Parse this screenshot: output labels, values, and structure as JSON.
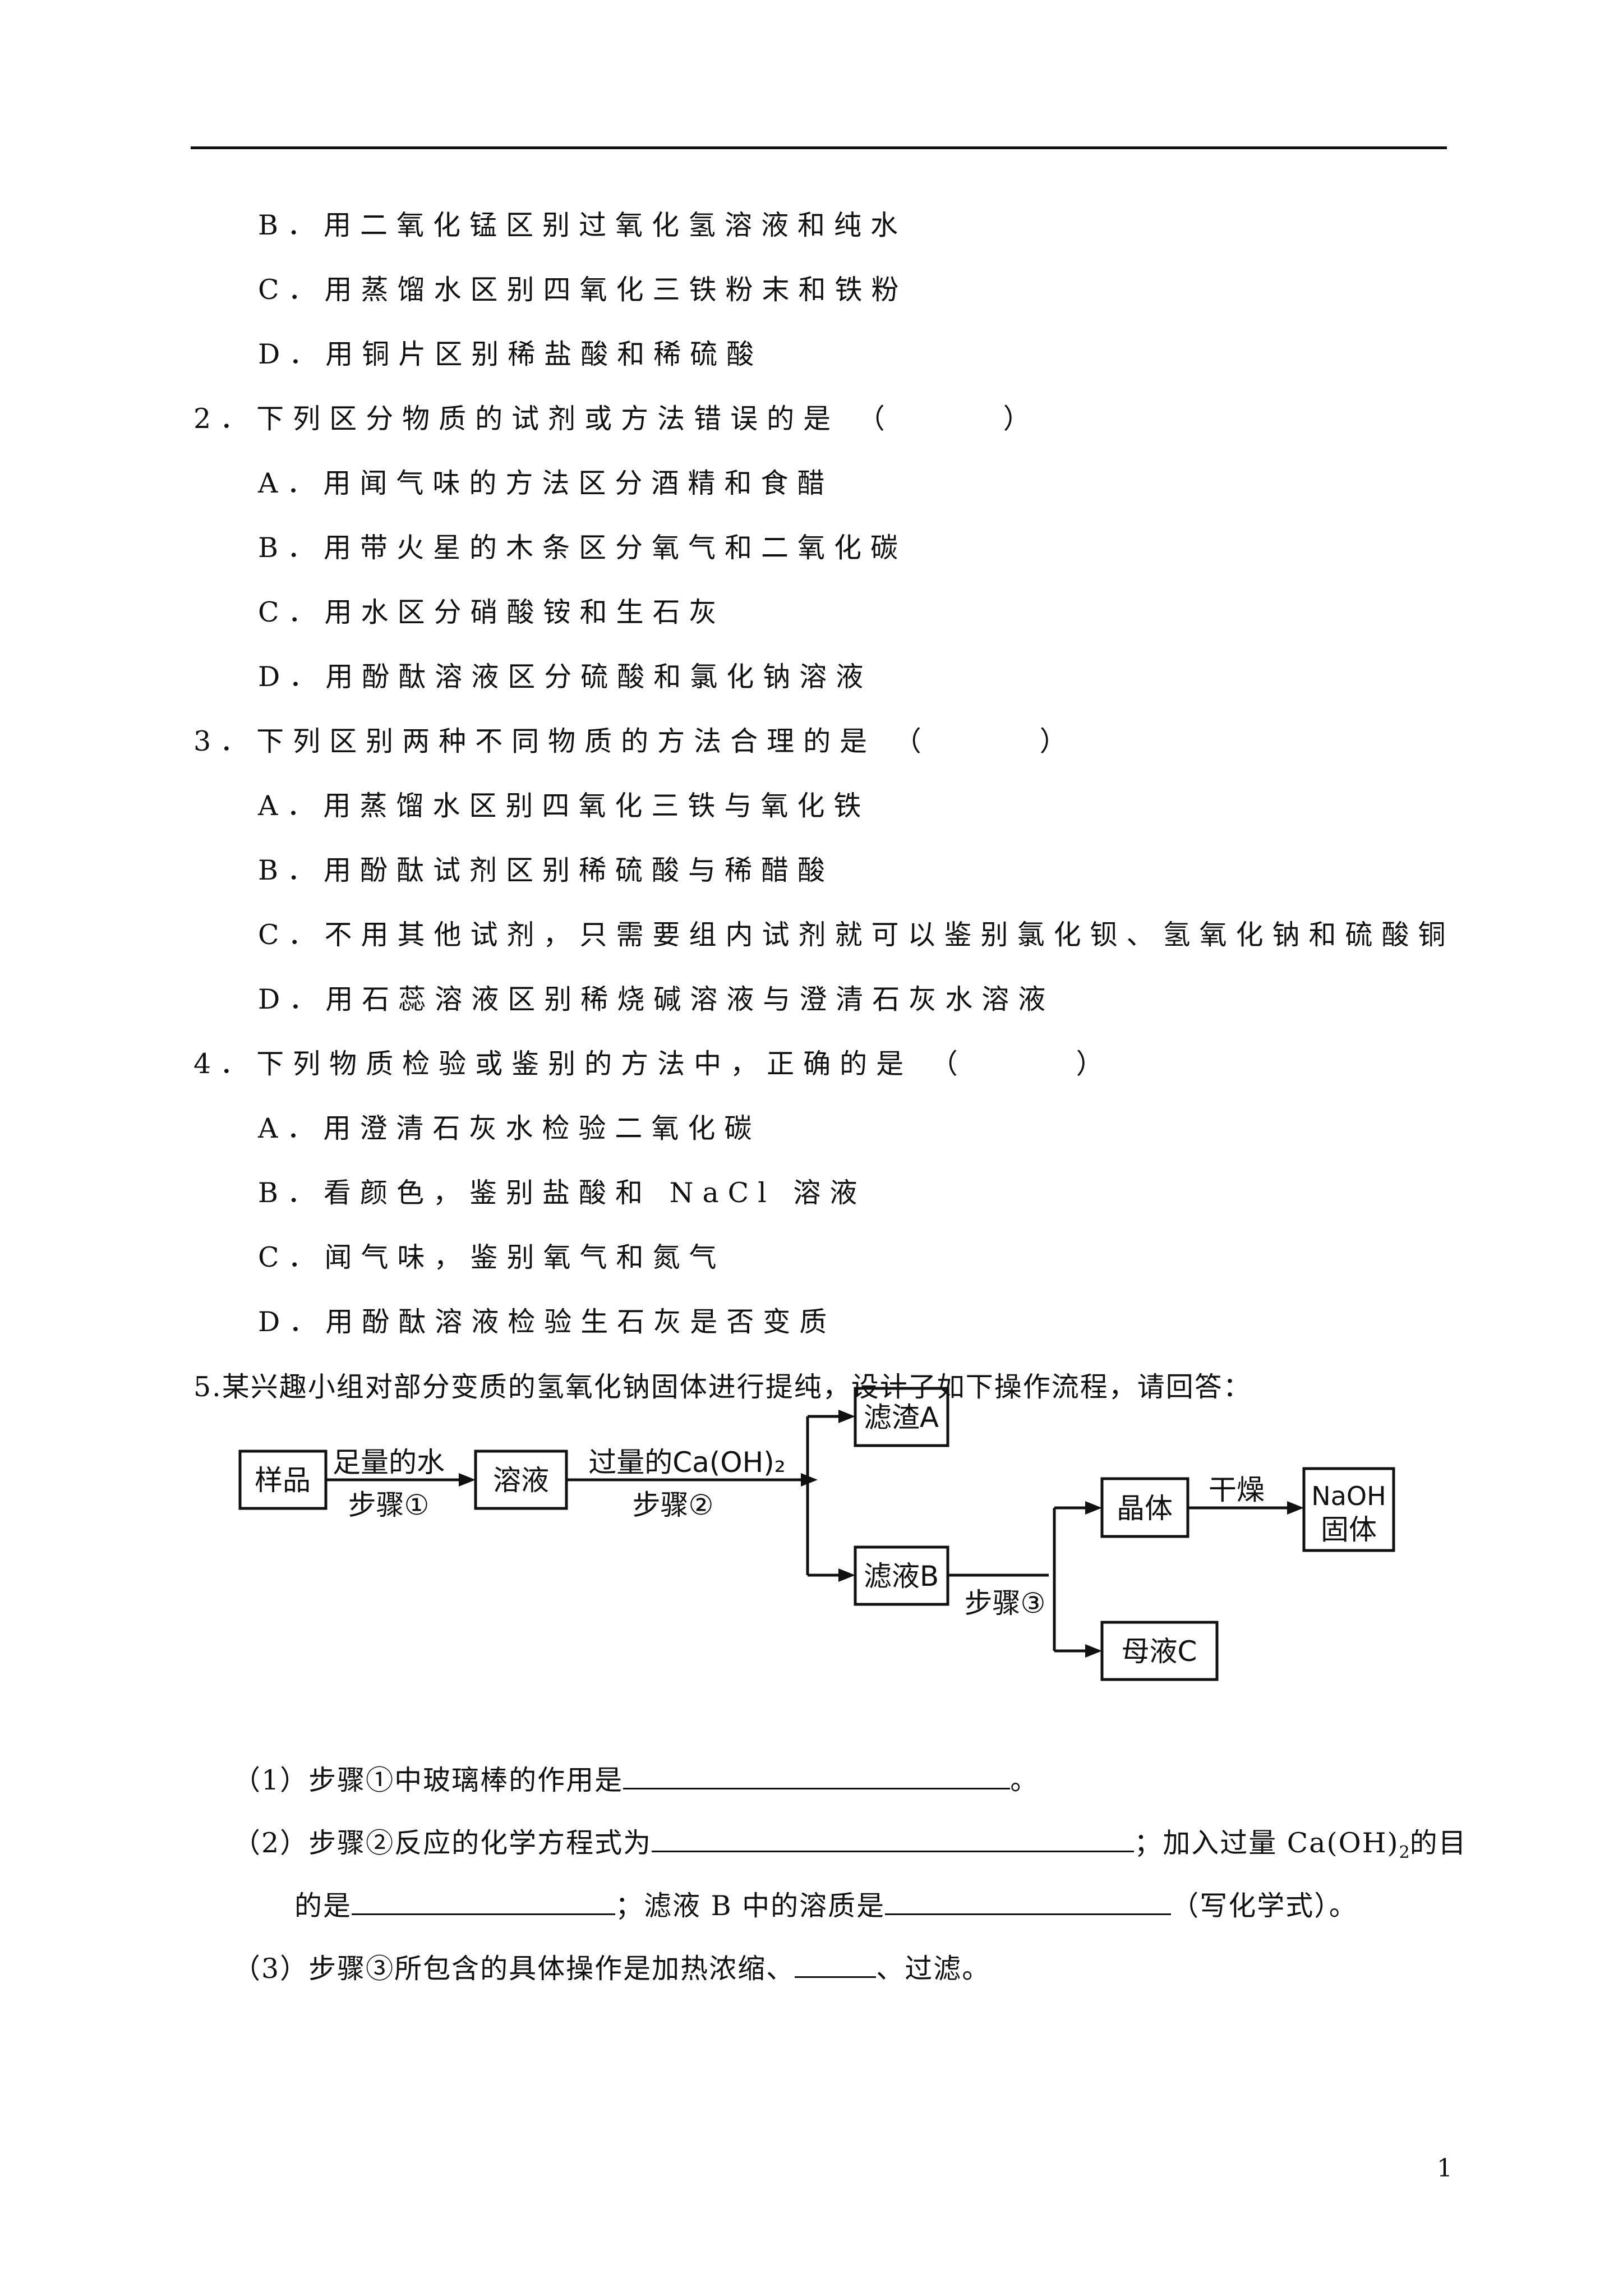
{
  "lines": {
    "l1": "B．用二氧化锰区别过氧化氢溶液和纯水",
    "l2": "C．用蒸馏水区别四氧化三铁粉末和铁粉",
    "l3": "D．用铜片区别稀盐酸和稀硫酸",
    "l4": "2．下列区分物质的试剂或方法错误的是 （　　　）",
    "l5": "A．用闻气味的方法区分酒精和食醋",
    "l6": "B．用带火星的木条区分氧气和二氧化碳",
    "l7": "C．用水区分硝酸铵和生石灰",
    "l8": "D．用酚酞溶液区分硫酸和氯化钠溶液",
    "l9": "3．下列区别两种不同物质的方法合理的是 （　　　）",
    "l10": "A．用蒸馏水区别四氧化三铁与氧化铁",
    "l11": "B．用酚酞试剂区别稀硫酸与稀醋酸",
    "l12": "C．不用其他试剂，只需要组内试剂就可以鉴别氯化钡、氢氧化钠和硫酸铜",
    "l13": "D．用石蕊溶液区别稀烧碱溶液与澄清石灰水溶液",
    "l14": "4．下列物质检验或鉴别的方法中，正确的是 （　　　）",
    "l15": "A．用澄清石灰水检验二氧化碳",
    "l16": "B．看颜色，鉴别盐酸和 NaCl 溶液",
    "l17": "C．闻气味，鉴别氧气和氮气",
    "l18": "D．用酚酞溶液检验生石灰是否变质",
    "l19": "5.某兴趣小组对部分变质的氢氧化钠固体进行提纯，设计了如下操作流程，请回答："
  },
  "flow": {
    "sample": "样品",
    "arrow1_top": "足量的水",
    "arrow1_bottom": "步骤①",
    "solution": "溶液",
    "arrow2_top": "过量的Ca(OH)₂",
    "arrow2_bottom": "步骤②",
    "residue_a": "滤渣A",
    "filtrate_b": "滤液B",
    "step3": "步骤③",
    "crystal": "晶体",
    "dry": "干燥",
    "naoh_line1": "NaOH",
    "naoh_line2": "固体",
    "mother_c": "母液C"
  },
  "questions": {
    "q1_a": "（1）步骤①中玻璃棒的作用是",
    "q1_b": "。",
    "q2_a": "（2）步骤②反应的化学方程式为",
    "q2_b": "；加入过量 Ca(OH)",
    "q2_sub": "2",
    "q2_c": "的目",
    "q2_d": "的是",
    "q2_e": "；滤液 B 中的溶质是",
    "q2_f": "（写化学式）。",
    "q3_a": "（3）步骤③所包含的具体操作是加热浓缩、",
    "q3_b": "、过滤。"
  },
  "page_number": "1"
}
